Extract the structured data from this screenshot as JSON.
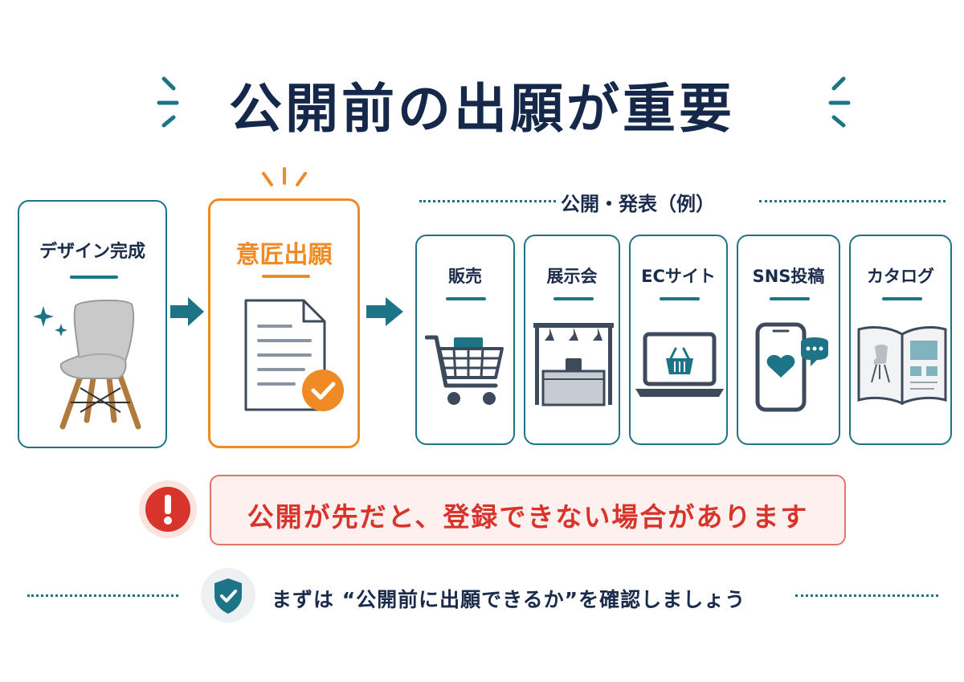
{
  "title": "公開前の出願が重要",
  "flow": {
    "design": {
      "label": "デザイン完成",
      "icon": "chair-icon"
    },
    "application": {
      "label": "意匠出願",
      "icon": "document-check-icon"
    }
  },
  "publication": {
    "header": "公開・発表（例）",
    "items": [
      {
        "label": "販売",
        "icon": "shopping-cart-icon"
      },
      {
        "label": "展示会",
        "icon": "exhibition-booth-icon"
      },
      {
        "label": "ECサイト",
        "icon": "laptop-basket-icon"
      },
      {
        "label": "SNS投稿",
        "icon": "smartphone-heart-icon"
      },
      {
        "label": "カタログ",
        "icon": "catalog-book-icon"
      }
    ]
  },
  "warning": {
    "text": "公開が先だと、登録できない場合があります",
    "icon": "exclamation-icon"
  },
  "note": {
    "text": "まずは “公開前に出願できるか”を確認しましょう",
    "icon": "shield-check-icon"
  },
  "colors": {
    "navy": "#15284a",
    "teal": "#1e7487",
    "orange": "#f08a24",
    "red": "#d9342b"
  }
}
